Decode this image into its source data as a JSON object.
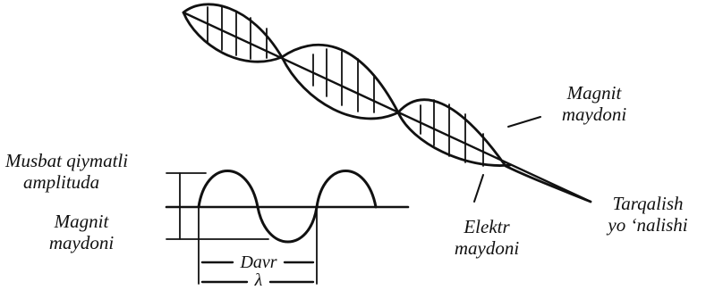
{
  "labels": {
    "magnetic_field_top": [
      "Magnit",
      "maydoni"
    ],
    "propagation_direction": [
      "Tarqalish",
      "yo ‘nalishi"
    ],
    "electric_field": [
      "Elektr",
      "maydoni"
    ],
    "positive_amplitude": [
      "Musbat qiymatli",
      "amplituda"
    ],
    "magnetic_field_left": [
      "Magnit",
      "maydoni"
    ],
    "period": "Davr",
    "wavelength": "λ"
  },
  "colors": {
    "ink": "#111111",
    "background": "#ffffff"
  }
}
